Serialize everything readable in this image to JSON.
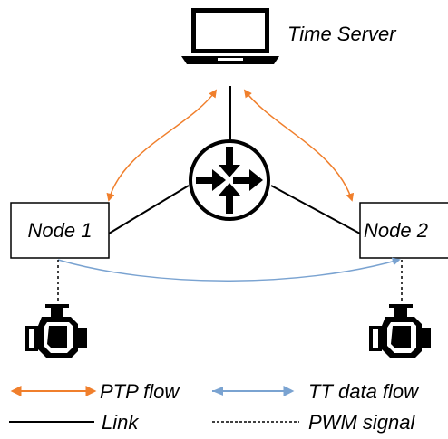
{
  "nodes": {
    "time_server": "Time Server",
    "node1": "Node 1",
    "node2": "Node 2"
  },
  "legend": {
    "ptp_flow": "PTP flow",
    "tt_data_flow": "TT data flow",
    "link": "Link",
    "pwm_signal": "PWM signal"
  },
  "colors": {
    "ptp_flow": "#f07f2c",
    "tt_data_flow": "#7aa3d1",
    "link": "#000000",
    "pwm_signal": "#000000"
  },
  "icons": [
    "laptop-icon",
    "switch-icon",
    "engine-icon"
  ]
}
